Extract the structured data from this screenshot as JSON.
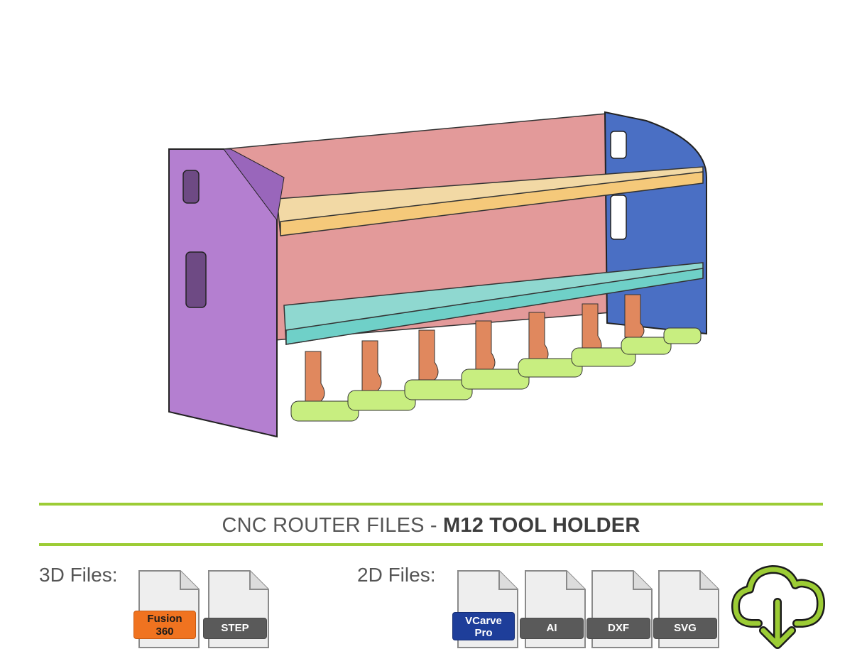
{
  "header": {
    "title_prefix": "CNC ROUTER FILES - ",
    "title_bold": "M12 TOOL HOLDER"
  },
  "files_3d": {
    "label": "3D Files:",
    "items": [
      {
        "name": "Fusion 360",
        "line1": "Fusion",
        "line2": "360",
        "color": "#f07320"
      },
      {
        "name": "STEP",
        "line1": "STEP",
        "color": "#5a5a5a"
      }
    ]
  },
  "files_2d": {
    "label": "2D Files:",
    "items": [
      {
        "name": "VCarve Pro",
        "line1": "VCarve",
        "line2": "Pro",
        "color": "#1e3e9a"
      },
      {
        "name": "AI",
        "line1": "AI",
        "color": "#5a5a5a"
      },
      {
        "name": "DXF",
        "line1": "DXF",
        "color": "#5a5a5a"
      },
      {
        "name": "SVG",
        "line1": "SVG",
        "color": "#5a5a5a"
      }
    ]
  },
  "colors": {
    "accent": "#9ccc35",
    "left_side": "#b47fd0",
    "right_side": "#4a6fc4",
    "back": "#e39a9a",
    "top_shelf": "#f2d9a5",
    "bottom_shelf": "#8fd8d0",
    "holders": "#e0885e",
    "bases": "#c8ee80"
  },
  "icons": {
    "download": "cloud-download-icon"
  }
}
